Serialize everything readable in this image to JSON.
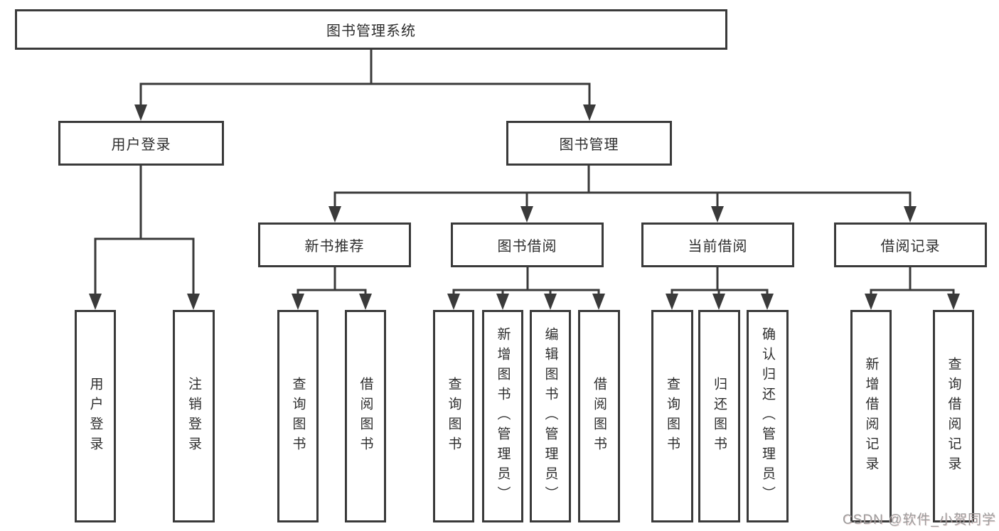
{
  "root": {
    "label": "图书管理系统"
  },
  "level2": [
    {
      "label": "用户登录"
    },
    {
      "label": "图书管理"
    }
  ],
  "level3": [
    {
      "label": "新书推荐"
    },
    {
      "label": "图书借阅"
    },
    {
      "label": "当前借阅"
    },
    {
      "label": "借阅记录"
    }
  ],
  "leaves": [
    {
      "label": "用户登录"
    },
    {
      "label": "注销登录"
    },
    {
      "label": "查询图书"
    },
    {
      "label": "借阅图书"
    },
    {
      "label": "查询图书"
    },
    {
      "label": "新增图书（管理员）"
    },
    {
      "label": "编辑图书（管理员）"
    },
    {
      "label": "借阅图书"
    },
    {
      "label": "查询图书"
    },
    {
      "label": "归还图书"
    },
    {
      "label": "确认归还（管理员）"
    },
    {
      "label": "新增借阅记录"
    },
    {
      "label": "查询借阅记录"
    }
  ],
  "watermark": "CSDN @软件_小贺同学",
  "colors": {
    "line": "#3a3a3a",
    "box_border": "#3a3a3a",
    "text": "#2e2e2e",
    "watermark": "#9c9c9c",
    "background": "#ffffff"
  }
}
